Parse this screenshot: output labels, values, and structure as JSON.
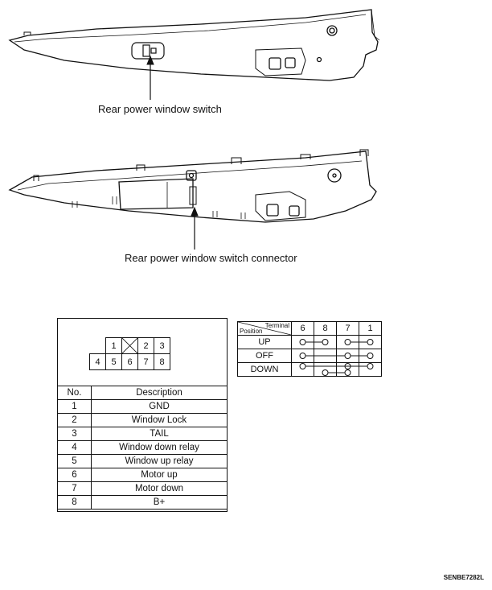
{
  "labels": {
    "switch": "Rear power window switch",
    "connector": "Rear power window switch connector",
    "code": "SENBE7282L"
  },
  "pin_layout": {
    "top_row": [
      "1",
      "",
      "2",
      "3"
    ],
    "bottom_row": [
      "4",
      "5",
      "6",
      "7",
      "8"
    ]
  },
  "pin_table": {
    "headers": [
      "No.",
      "Description"
    ],
    "rows": [
      {
        "no": "1",
        "desc": "GND"
      },
      {
        "no": "2",
        "desc": "Window Lock"
      },
      {
        "no": "3",
        "desc": "TAIL"
      },
      {
        "no": "4",
        "desc": "Window down relay"
      },
      {
        "no": "5",
        "desc": "Window up relay"
      },
      {
        "no": "6",
        "desc": "Motor up"
      },
      {
        "no": "7",
        "desc": "Motor down"
      },
      {
        "no": "8",
        "desc": "B+"
      }
    ]
  },
  "terminal_table": {
    "header_terminal": "Terminal",
    "header_position": "Position",
    "columns": [
      "6",
      "8",
      "7",
      "1"
    ],
    "rows": [
      {
        "position": "UP",
        "connections": [
          [
            0,
            1
          ],
          [
            2,
            3
          ]
        ]
      },
      {
        "position": "OFF",
        "connections": [
          [
            0,
            2
          ],
          [
            2,
            3
          ]
        ]
      },
      {
        "position": "DOWN",
        "connections": [
          [
            0,
            2
          ],
          [
            1,
            2
          ],
          [
            0,
            3
          ]
        ]
      }
    ]
  }
}
